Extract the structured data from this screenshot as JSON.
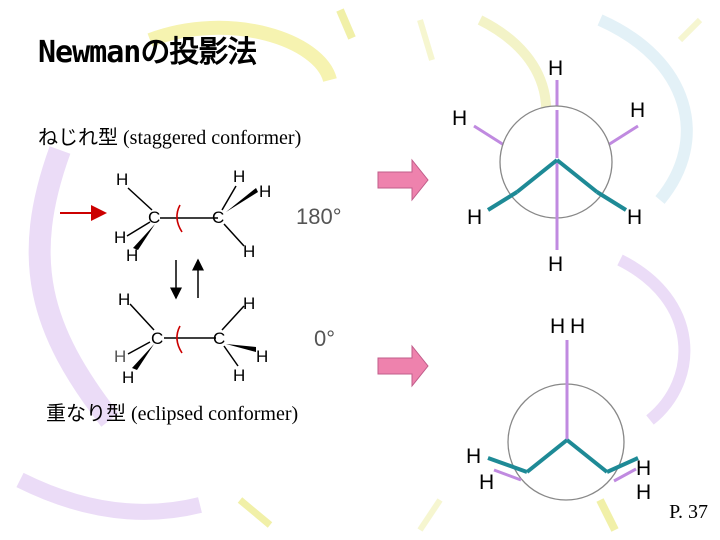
{
  "title": "Newmanの投影法",
  "staggered_label": "ねじれ型 (staggered conformer)",
  "eclipsed_label": "重なり型 (eclipsed conformer)",
  "angle_staggered": "180°",
  "angle_eclipsed": "0°",
  "page_number": "P. 37",
  "atoms": {
    "carbon": "C",
    "hydrogen": "H"
  },
  "colors": {
    "arrow_pink": "#ee82ad",
    "bond_purple": "#c08ae0",
    "bond_teal": "#1e8a96",
    "rotation_red": "#cc0000"
  }
}
